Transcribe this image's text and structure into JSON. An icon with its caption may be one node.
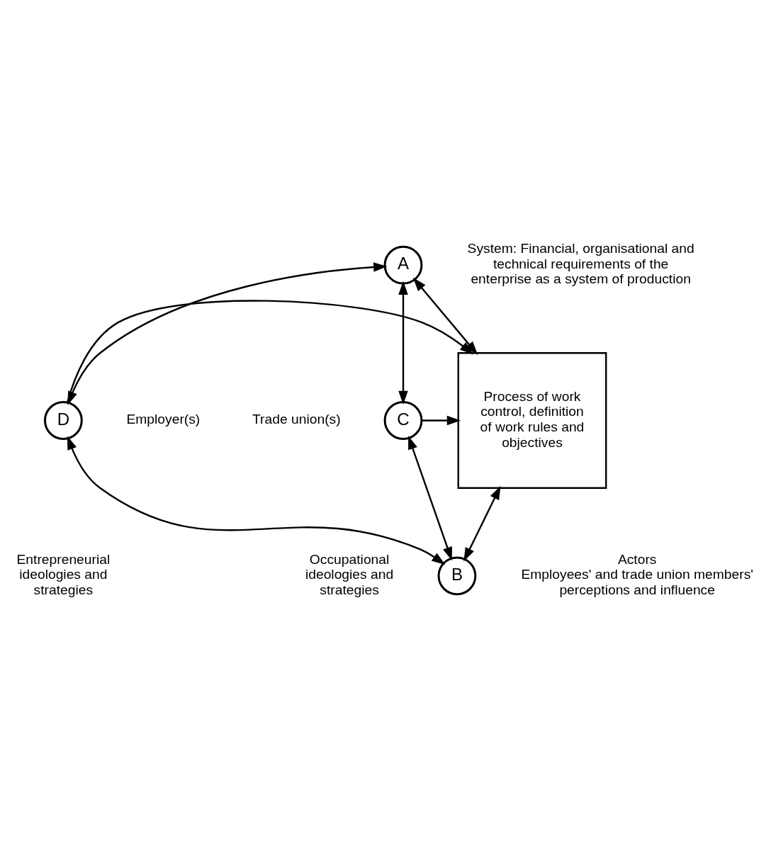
{
  "diagram": {
    "nodes": [
      {
        "text": [
          "A"
        ],
        "beside": [
          "System: Financial, organisational and technical requirements of the enterprise as a system of production"
        ]
      },
      {
        "text": [
          "C"
        ],
        "beside": [
          "Trade union(s)"
        ]
      },
      {
        "text": [
          "Process of work control, definition of work rules and objectives"
        ]
      },
      {
        "text": [
          "D"
        ],
        "beside": [
          "Employer(s)"
        ]
      },
      {
        "text": [
          "B"
        ],
        "beside": [
          "Actors",
          "Employees' and trade union members' perceptions and influence"
        ]
      }
    ],
    "edges": [
      {
        "from": 0,
        "to": 1,
        "arrow": "both"
      },
      {
        "from": 0,
        "to": 2,
        "arrow": "both"
      },
      {
        "from": 0,
        "to": 3,
        "arrow": "both"
      },
      {
        "from": 1,
        "to": 2,
        "arrow": "to"
      },
      {
        "from": 3,
        "to": 2,
        "arrow": "to"
      },
      {
        "from": 1,
        "to": 4,
        "arrow": "both"
      },
      {
        "from": 2,
        "to": 4,
        "arrow": "both"
      },
      {
        "from": 3,
        "to": 4,
        "arrow": "both"
      }
    ],
    "labels": [
      "Occupational ideologies and strategies",
      "Entrepreneurial ideologies and strategies"
    ]
  }
}
